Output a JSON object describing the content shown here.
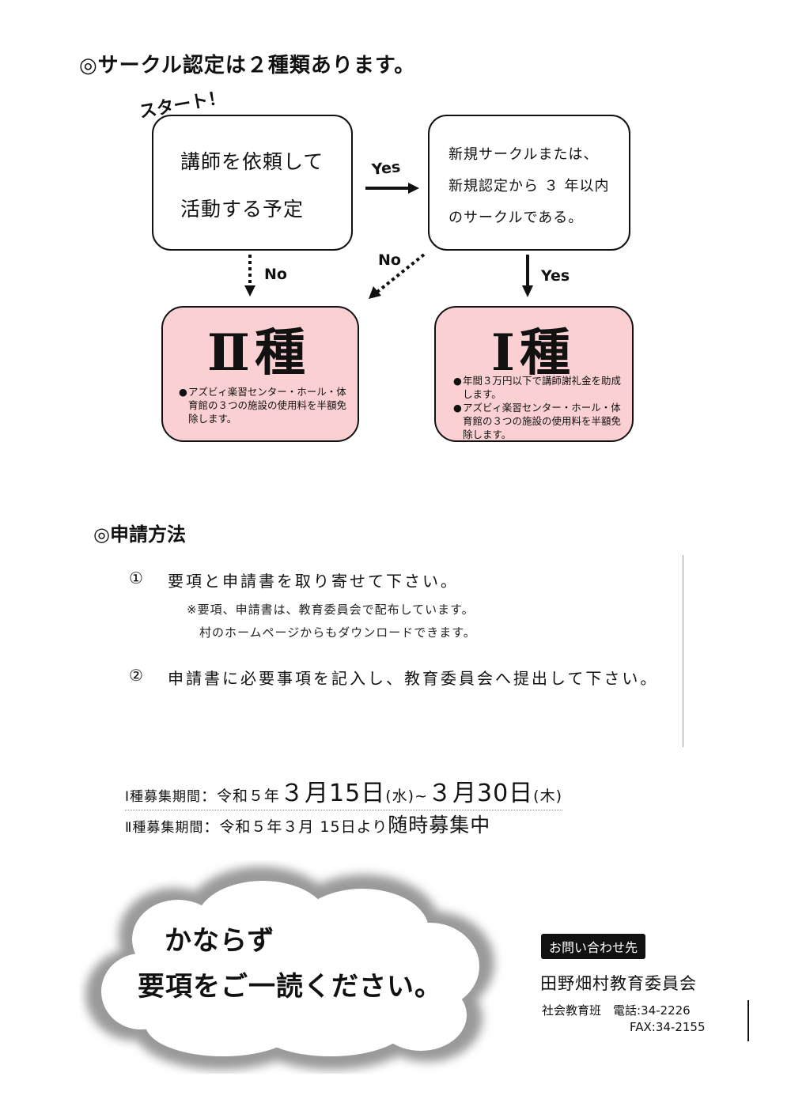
{
  "section1": {
    "title": "◎サークル認定は２種類あります。"
  },
  "flow": {
    "start_label": "スタート！",
    "box_start": {
      "line1": "講師を依頼して",
      "line2": "活動する予定"
    },
    "box_new": {
      "line1": "新規サークルまたは、",
      "line2": "新規認定から ３ 年以内",
      "line3": "のサークルである。"
    },
    "arrow_yes_right": "Yes",
    "arrow_no_down": "No",
    "arrow_no_diag": "No",
    "arrow_yes_down": "Yes",
    "kind2": {
      "title": "Ⅱ種",
      "bullets": [
        "アズビィ楽習センター・ホール・体育館の３つの施設の使用料を半額免除します。"
      ]
    },
    "kind1": {
      "title": "Ⅰ種",
      "bullets": [
        "年間３万円以下で講師謝礼金を助成します。",
        "アズビィ楽習センター・ホール・体育館の３つの施設の使用料を半額免除します。"
      ]
    }
  },
  "section2": {
    "title": "◎申請方法",
    "step1": {
      "num": "①",
      "text": "要項と申請書を取り寄せて下さい。"
    },
    "note1": "※要項、申請書は、教育委員会で配布しています。",
    "note2": "村のホームページからもダウンロードできます。",
    "step2": {
      "num": "②",
      "text": "申請書に必要事項を記入し、教育委員会へ提出して下さい。"
    }
  },
  "periods": {
    "kind1_label": "Ⅰ種募集期間",
    "kind1_colon": "：",
    "kind1_era": "令和５年",
    "kind1_m1": "３月",
    "kind1_d1": "15日",
    "kind1_w1": "(水)",
    "kind1_tilde": "~",
    "kind1_m2": "３月",
    "kind1_d2": "30日",
    "kind1_w2": "(木)",
    "kind2_label": "Ⅱ種募集期間",
    "kind2_text": "：令和５年３月 15日より",
    "kind2_emph": "随時募集中"
  },
  "cloud": {
    "line1": "かならず",
    "line2": "要項をご一読ください。"
  },
  "contact": {
    "badge": "お問い合わせ先",
    "org": "田野畑村教育委員会",
    "dept_phone": "社会教育班　電話:34-2226",
    "fax": "FAX:34-2155"
  },
  "colors": {
    "pink": "#fbd0d2",
    "badge_bg": "#111111"
  }
}
